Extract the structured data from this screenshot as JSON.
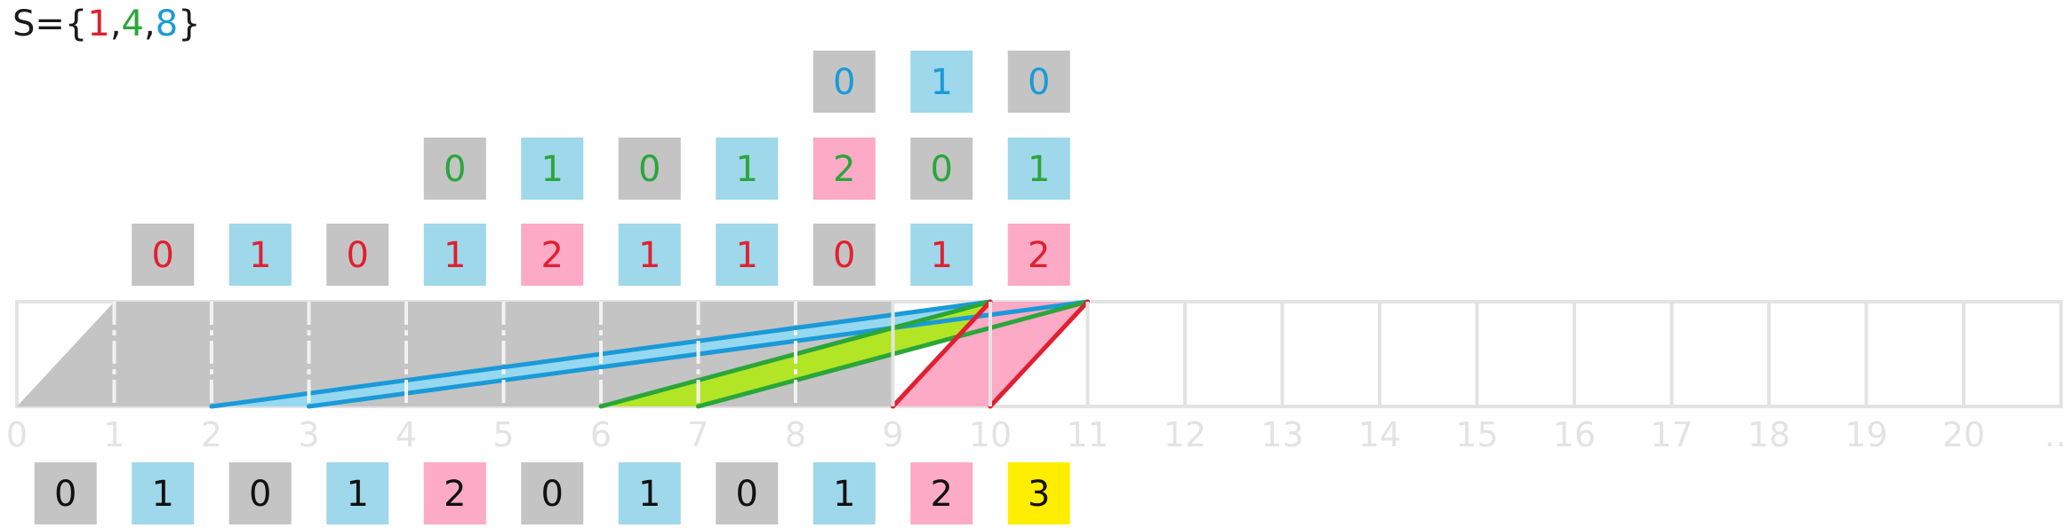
{
  "set_label": {
    "prefix": "S={",
    "elements": [
      "1",
      "4",
      "8"
    ],
    "separator": ",",
    "suffix": "}"
  },
  "colors": {
    "s1": "#e02030",
    "s4": "#2aa63a",
    "s8": "#1a9ad8",
    "value_0": "#c4c4c4",
    "value_1": "#9ed8ea",
    "value_2": "#fcaac6",
    "value_3": "#ffee00",
    "track": "#e3e3e3",
    "filled": "#c4c4c4",
    "band_blue": "#96d8f0",
    "band_green": "#b2e526",
    "band_pink": "#fcaac6",
    "axis_label": "#e3e3e3"
  },
  "rows": {
    "s8": {
      "color_key": "s8",
      "cells": [
        {
          "x": 8.5,
          "value": "0"
        },
        {
          "x": 9.5,
          "value": "1"
        },
        {
          "x": 10.5,
          "value": "0"
        }
      ]
    },
    "s4": {
      "color_key": "s4",
      "cells": [
        {
          "x": 4.5,
          "value": "0"
        },
        {
          "x": 5.5,
          "value": "1"
        },
        {
          "x": 6.5,
          "value": "0"
        },
        {
          "x": 7.5,
          "value": "1"
        },
        {
          "x": 8.5,
          "value": "2"
        },
        {
          "x": 9.5,
          "value": "0"
        },
        {
          "x": 10.5,
          "value": "1"
        }
      ]
    },
    "s1": {
      "color_key": "s1",
      "cells": [
        {
          "x": 1.5,
          "value": "0"
        },
        {
          "x": 2.5,
          "value": "1"
        },
        {
          "x": 3.5,
          "value": "0"
        },
        {
          "x": 4.5,
          "value": "1"
        },
        {
          "x": 5.5,
          "value": "2"
        },
        {
          "x": 6.5,
          "value": "1"
        },
        {
          "x": 7.5,
          "value": "1"
        },
        {
          "x": 8.5,
          "value": "0"
        },
        {
          "x": 9.5,
          "value": "1"
        },
        {
          "x": 10.5,
          "value": "2"
        }
      ]
    },
    "result": {
      "color_key": "result",
      "cells": [
        {
          "x": 0.5,
          "value": "0"
        },
        {
          "x": 1.5,
          "value": "1"
        },
        {
          "x": 2.5,
          "value": "0"
        },
        {
          "x": 3.5,
          "value": "1"
        },
        {
          "x": 4.5,
          "value": "2"
        },
        {
          "x": 5.5,
          "value": "0"
        },
        {
          "x": 6.5,
          "value": "1"
        },
        {
          "x": 7.5,
          "value": "0"
        },
        {
          "x": 8.5,
          "value": "1"
        },
        {
          "x": 9.5,
          "value": "2"
        },
        {
          "x": 10.5,
          "value": "3"
        }
      ]
    }
  },
  "axis": {
    "labels": [
      "0",
      "1",
      "2",
      "3",
      "4",
      "5",
      "6",
      "7",
      "8",
      "9",
      "10",
      "11",
      "12",
      "13",
      "14",
      "15",
      "16",
      "17",
      "18",
      "19",
      "20",
      "…"
    ],
    "filled_until": 9,
    "track_end": 21
  },
  "links": [
    {
      "from": 2,
      "to": 10,
      "color_key": "s8"
    },
    {
      "from": 3,
      "to": 11,
      "color_key": "s8"
    },
    {
      "from": 6,
      "to": 10,
      "color_key": "s4"
    },
    {
      "from": 7,
      "to": 11,
      "color_key": "s4"
    },
    {
      "from": 9,
      "to": 10,
      "color_key": "s1"
    },
    {
      "from": 10,
      "to": 11,
      "color_key": "s1"
    }
  ]
}
